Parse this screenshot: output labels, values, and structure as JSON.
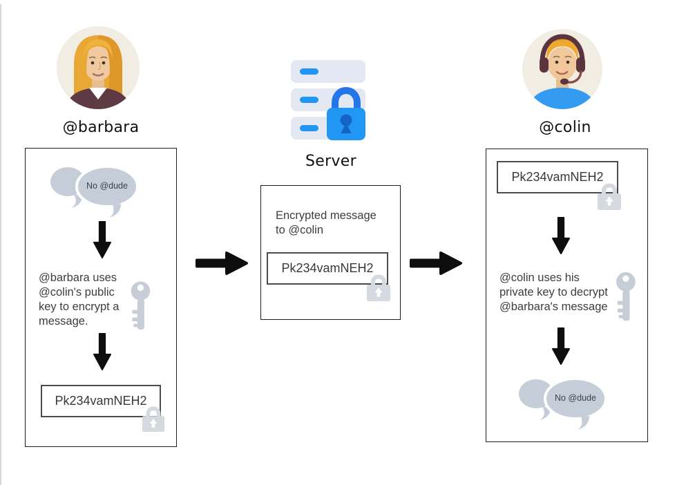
{
  "diagram": {
    "left": {
      "handle": "@barbara",
      "bubble_text": "No @dude",
      "step_lines": [
        "@barbara uses",
        "@colin's public",
        "key to encrypt a",
        "message."
      ],
      "ciphertext": "Pk234vamNEH2"
    },
    "server": {
      "label": "Server",
      "caption_lines": [
        "Encrypted message",
        "to @colin"
      ],
      "ciphertext": "Pk234vamNEH2"
    },
    "right": {
      "handle": "@colin",
      "ciphertext": "Pk234vamNEH2",
      "step_lines": [
        "@colin uses his",
        "private key to decrypt",
        "@barbara's message"
      ],
      "bubble_text": "No @dude"
    },
    "icons": {
      "left_top": "speech-bubbles-icon",
      "left_mid": "key-icon",
      "left_bottom": "padlock-icon",
      "server": "server-lock-icon",
      "right_mid": "key-icon",
      "right_bottom": "speech-bubbles-icon",
      "flow": "arrow-right-icon"
    },
    "colors": {
      "accent_blue": "#2196F3",
      "server_tray": "#E4E8F3",
      "icon_gray": "#C7CDD7",
      "lock_gray": "#D5D9E0",
      "arrow_black": "#0E0E0E",
      "text_dark": "#3D3D3D",
      "avatar_bg": "#F2EDE3",
      "hair_gold": "#E9A733",
      "maroon": "#5E3A44",
      "shirt_blue": "#339CF1"
    }
  }
}
